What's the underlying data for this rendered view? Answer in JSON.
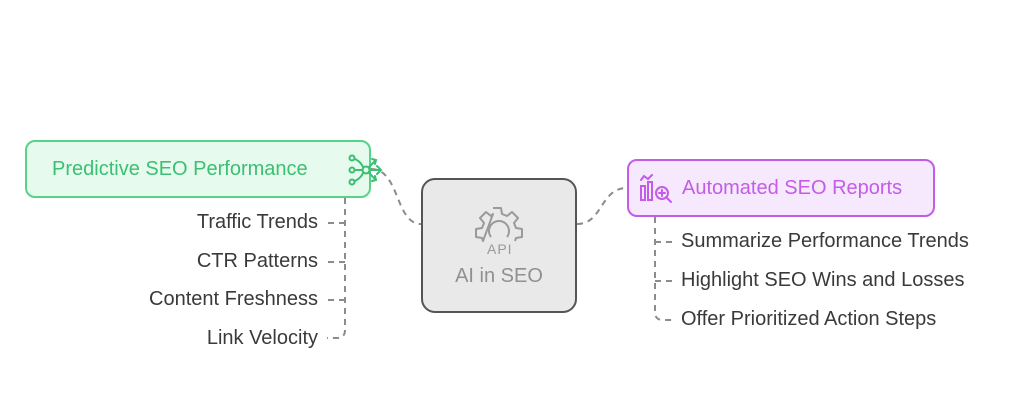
{
  "center": {
    "label": "AI in SEO",
    "icon": "gear-api-icon"
  },
  "left_branch": {
    "label": "Predictive SEO Performance",
    "icon": "flow-arrows-icon",
    "color": "#55d487",
    "items": [
      "Traffic Trends",
      "CTR Patterns",
      "Content Freshness",
      "Link Velocity"
    ]
  },
  "right_branch": {
    "label": "Automated SEO Reports",
    "icon": "chart-search-icon",
    "color": "#c45ce8",
    "items": [
      "Summarize Performance Trends",
      "Highlight SEO Wins and Losses",
      "Offer Prioritized Action Steps"
    ]
  }
}
